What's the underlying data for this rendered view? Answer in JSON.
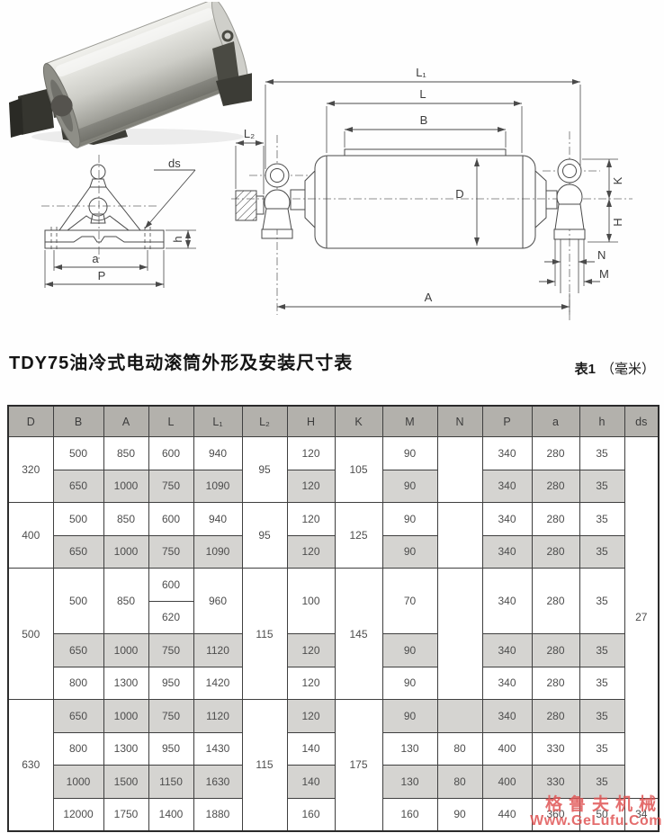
{
  "page": {
    "title": "TDY75油冷式电动滚筒外形及安装尺寸表",
    "table_tag": "表1",
    "unit_tag": "（毫米）"
  },
  "watermark": {
    "brand": "格鲁夫机械",
    "url": "Www.GeLufu.Com",
    "color": "#e05454"
  },
  "main_drawing": {
    "labels": {
      "l1": "L₁",
      "l": "L",
      "b": "B",
      "l2": "L₂",
      "d": "D",
      "a": "A",
      "k": "K",
      "h": "H",
      "n": "N",
      "m": "M"
    }
  },
  "bracket_drawing": {
    "labels": {
      "ds": "ds",
      "h": "h",
      "a": "a",
      "p": "P"
    }
  },
  "table": {
    "columns": [
      "D",
      "B",
      "A",
      "L",
      "L₁",
      "L₂",
      "H",
      "K",
      "M",
      "N",
      "P",
      "a",
      "h",
      "ds"
    ],
    "ds_main": "27",
    "ds_last": "34",
    "sections": [
      {
        "D": "320",
        "L2": "95",
        "K": "105",
        "N": "",
        "rows": [
          {
            "B": "500",
            "A": "850",
            "L": "600",
            "L1": "940",
            "H": "120",
            "M": "90",
            "P": "340",
            "a": "280",
            "h": "35"
          },
          {
            "B": "650",
            "A": "1000",
            "L": "750",
            "L1": "1090",
            "H": "120",
            "M": "90",
            "P": "340",
            "a": "280",
            "h": "35"
          }
        ]
      },
      {
        "D": "400",
        "L2": "95",
        "K": "125",
        "N": "",
        "rows": [
          {
            "B": "500",
            "A": "850",
            "L": "600",
            "L1": "940",
            "H": "120",
            "M": "90",
            "P": "340",
            "a": "280",
            "h": "35"
          },
          {
            "B": "650",
            "A": "1000",
            "L": "750",
            "L1": "1090",
            "H": "120",
            "M": "90",
            "P": "340",
            "a": "280",
            "h": "35"
          }
        ]
      },
      {
        "D": "500",
        "L2": "115",
        "K": "145",
        "N": "",
        "rows": [
          {
            "B": "500",
            "A": "850",
            "L": "600",
            "L_alt": "620",
            "L1": "960",
            "H": "100",
            "M": "70",
            "P": "340",
            "a": "280",
            "h": "35"
          },
          {
            "B": "650",
            "A": "1000",
            "L": "750",
            "L1": "1120",
            "H": "120",
            "M": "90",
            "P": "340",
            "a": "280",
            "h": "35"
          },
          {
            "B": "800",
            "A": "1300",
            "L": "950",
            "L1": "1420",
            "H": "120",
            "M": "90",
            "P": "340",
            "a": "280",
            "h": "35"
          }
        ]
      },
      {
        "D": "630",
        "L2": "115",
        "K": "175",
        "rows": [
          {
            "B": "650",
            "A": "1000",
            "L": "750",
            "L1": "1120",
            "H": "120",
            "M": "90",
            "N": "",
            "P": "340",
            "a": "280",
            "h": "35"
          },
          {
            "B": "800",
            "A": "1300",
            "L": "950",
            "L1": "1430",
            "H": "140",
            "M": "130",
            "N": "80",
            "P": "400",
            "a": "330",
            "h": "35"
          },
          {
            "B": "1000",
            "A": "1500",
            "L": "1150",
            "L1": "1630",
            "H": "140",
            "M": "130",
            "N": "80",
            "P": "400",
            "a": "330",
            "h": "35"
          },
          {
            "B": "12000",
            "A": "1750",
            "L": "1400",
            "L1": "1880",
            "H": "160",
            "M": "160",
            "N": "90",
            "P": "440",
            "a": "360",
            "h": "50"
          }
        ]
      }
    ]
  }
}
